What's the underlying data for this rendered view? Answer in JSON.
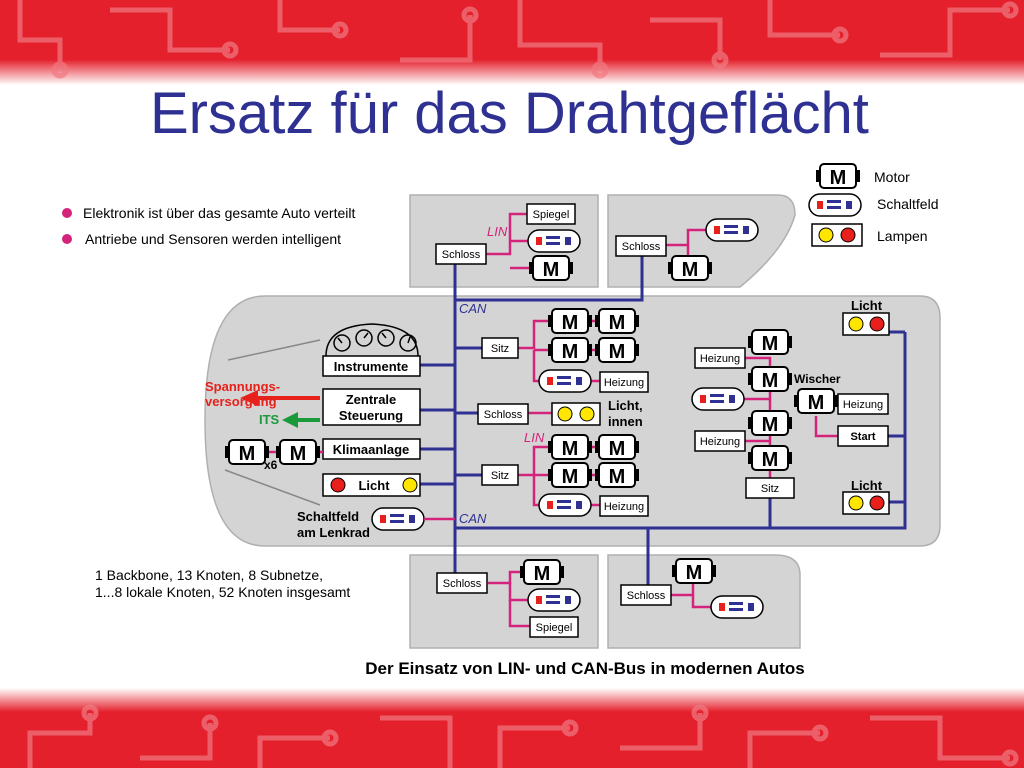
{
  "title": "Ersatz für das Drahtgeflächt",
  "caption": "Der Einsatz von LIN- und CAN-Bus in modernen Autos",
  "bullets": [
    "Elektronik ist über das gesamte Auto verteilt",
    "Antriebe und Sensoren werden intelligent"
  ],
  "legend": {
    "motor_symbol": "M",
    "motor": "Motor",
    "switch": "Schaltfeld",
    "lamps": "Lampen"
  },
  "stats": [
    "1 Backbone, 13 Knoten, 8 Subnetze,",
    "1...8 lokale Knoten, 52 Knoten insgesamt"
  ],
  "bus_labels": {
    "can": "CAN",
    "lin": "LIN"
  },
  "nodes": {
    "schloss": "Schloss",
    "spiegel": "Spiegel",
    "sitz": "Sitz",
    "heizung": "Heizung",
    "start": "Start",
    "instrumente": "Instrumente",
    "zentrale_1": "Zentrale",
    "zentrale_2": "Steuerung",
    "klimaanlage": "Klimaanlage",
    "licht": "Licht"
  },
  "labels": {
    "spannung_1": "Spannungs-",
    "spannung_2": "versorgung",
    "its": "ITS",
    "x6": "x6",
    "licht_innen_1": "Licht,",
    "licht_innen_2": "innen",
    "wischer": "Wischer",
    "licht_top": "Licht",
    "licht_bottom": "Licht",
    "schaltfeld_1": "Schaltfeld",
    "schaltfeld_2": "am Lenkrad"
  },
  "colors": {
    "title": "#2e3192",
    "band": "#e4202c",
    "can": "#2e3192",
    "lin": "#d4237a",
    "car": "#d4d4d4",
    "lamp_red": "#e8201c",
    "lamp_yellow": "#ffe600",
    "arrow_red": "#e8201c",
    "arrow_green": "#1a9a3a"
  }
}
